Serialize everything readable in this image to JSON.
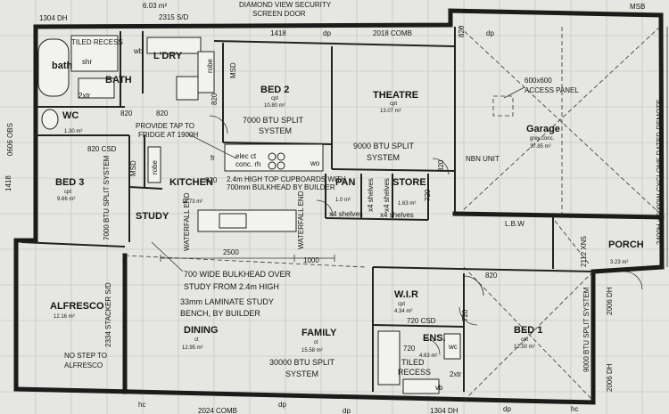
{
  "top_notes": {
    "dim_1304": "1304 DH",
    "area_top": "6.03 m²",
    "dim_2315": "2315 S/D",
    "screen_door_1": "DIAMOND VIEW SECURITY",
    "screen_door_2": "SCREEN DOOR",
    "msb": "MSB",
    "dim_1418": "1418",
    "dp_1": "dp",
    "comb_2018": "2018 COMB",
    "dim_820_top": "820",
    "dp_2": "dp"
  },
  "rooms": {
    "bath": {
      "name": "bath",
      "tiled": "TILED RECESS",
      "shr": "shr",
      "bath2": "BATH",
      "twoxtr": "2xtr"
    },
    "wc": {
      "name": "WC",
      "area": "1.30 m²"
    },
    "laundry": {
      "name": "L'DRY",
      "wb": "wb",
      "robe": "robe",
      "msd": "MSD"
    },
    "bed2": {
      "name": "BED 2",
      "cpt": "cpt",
      "area": "10.80 m²",
      "split1": "7000 BTU SPLIT",
      "split2": "SYSTEM"
    },
    "theatre": {
      "name": "THEATRE",
      "cpt": "cpt",
      "area": "13.07 m²",
      "split1": "9000 BTU SPLIT",
      "split2": "SYSTEM"
    },
    "garage": {
      "name": "Garage",
      "floor": "grey.conc.",
      "area": "37.85 m²"
    },
    "bed3": {
      "name": "BED 3",
      "cpt": "cpt",
      "area": "9.66 m²",
      "split": "7000 BTU SPLIT SYSTEM",
      "robe": "robe",
      "msd": "MSD"
    },
    "kitchen": {
      "name": "KITCHEN",
      "area": "11.73 m²"
    },
    "pantry": {
      "name": "PAN",
      "area": "1.0 m²",
      "shelves": "x4 shelves"
    },
    "store": {
      "name": "STORE",
      "area": "1.63 m²",
      "shelves": "x4 shelves"
    },
    "study": {
      "name": "STUDY"
    },
    "alfresco": {
      "name": "ALFRESCO",
      "area": "12.16 m²"
    },
    "dining": {
      "name": "DINING",
      "floor": "ct",
      "area": "12.95 m²"
    },
    "family": {
      "name": "FAMILY",
      "floor": "ct",
      "area": "15.58 m²",
      "split1": "30000 BTU SPLIT",
      "split2": "SYSTEM"
    },
    "wir": {
      "name": "W.I.R",
      "cpt": "cpt",
      "area": "4.34 m²"
    },
    "ens": {
      "name": "ENS.",
      "area": "4.63 m²",
      "tiled": "TILED",
      "recess": "RECESS",
      "twoxtr": "2xtr",
      "wc": "wc",
      "vb": "vb"
    },
    "bed1": {
      "name": "BED 1",
      "cpt": "cpt",
      "area": "12.50 m²",
      "split": "9000 BTU SPLIT SYSTEM"
    },
    "porch": {
      "name": "PORCH",
      "area": "3.23 m²"
    }
  },
  "notes": {
    "fridge_tap_1": "PROVIDE TAP TO",
    "fridge_tap_2": "FRIDGE AT 1900H",
    "elec_1": "elec ct",
    "elec_2": "conc. rh",
    "fr": "fr",
    "wo": "wo",
    "cupboards_1": "2.4m HIGH TOP CUPBOARDS WITH",
    "cupboards_2": "700mm BULKHEAD BY BUILDER",
    "access_1": "600x600",
    "access_2": "ACCESS PANEL",
    "nbn": "NBN UNIT",
    "lbw": "L.B.W",
    "bulkhead_1": "700 WIDE BULKHEAD OVER",
    "bulkhead_2": "STUDY FROM 2.4m HIGH",
    "bench_1": "33mm LAMINATE STUDY",
    "bench_2": "BENCH, BY BUILDER",
    "no_step_1": "NO STEP TO",
    "no_step_2": "ALFRESCO",
    "waterfall_1": "WATERFALL END",
    "waterfall_2": "WATERFALL END",
    "cyclone": "2400H x 5000W CYCLONE RATED REMOTE",
    "stacker": "2334 STACKER S/D",
    "hc": "hc",
    "dh_2006": "2006 DH",
    "dh_2006b": "2006 DH",
    "xn5": "2112 XN5",
    "obs": "0606 OBS",
    "dim_1418_left": "1418"
  },
  "dims": {
    "d820_a": "820",
    "d820_b": "820",
    "d820_csd": "820 CSD",
    "d820_c": "820",
    "d820_d": "820",
    "d820_e": "820",
    "d820_f": "820",
    "d720_a": "720",
    "d720_b": "720",
    "d720_csd": "720 CSD",
    "d720_c": "720",
    "d2500": "2500",
    "d1000": "1000",
    "d2024": "2024 COMB",
    "d1304": "1304 DH",
    "dp_a": "dp",
    "dp_b": "dp",
    "dp_c": "dp"
  }
}
